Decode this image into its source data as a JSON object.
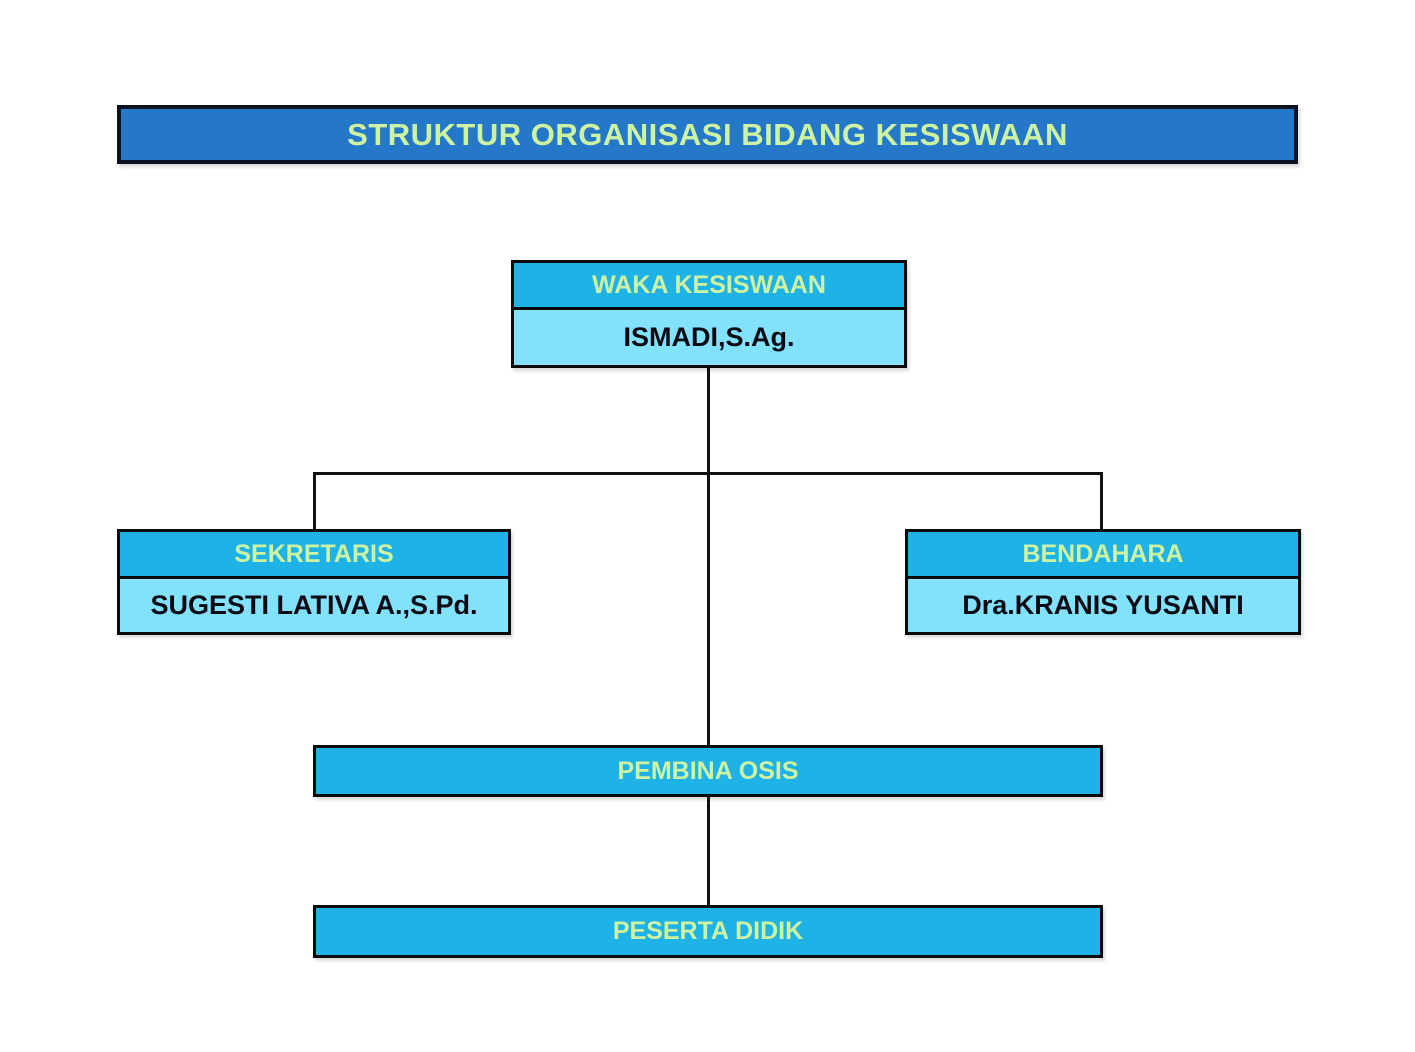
{
  "title": "STRUKTUR ORGANISASI BIDANG KESISWAAN",
  "colors": {
    "title_bg": "#2577C8",
    "title_border": "#0B1322",
    "title_text": "#CCF2A2",
    "header_bg": "#1EB2E6",
    "body_bg": "#82E1FB",
    "role_text": "#CCF2A2",
    "name_text": "#0A0A14",
    "border": "#0A0A0A",
    "line": "#111111"
  },
  "nodes": {
    "waka": {
      "role": "WAKA KESISWAAN",
      "name": "ISMADI,S.Ag."
    },
    "sekretaris": {
      "role": "SEKRETARIS",
      "name": "SUGESTI LATIVA A.,S.Pd."
    },
    "bendahara": {
      "role": "BENDAHARA",
      "name": "Dra.KRANIS YUSANTI"
    },
    "pembina_osis": {
      "role": "PEMBINA OSIS"
    },
    "peserta_didik": {
      "role": "PESERTA DIDIK"
    }
  }
}
